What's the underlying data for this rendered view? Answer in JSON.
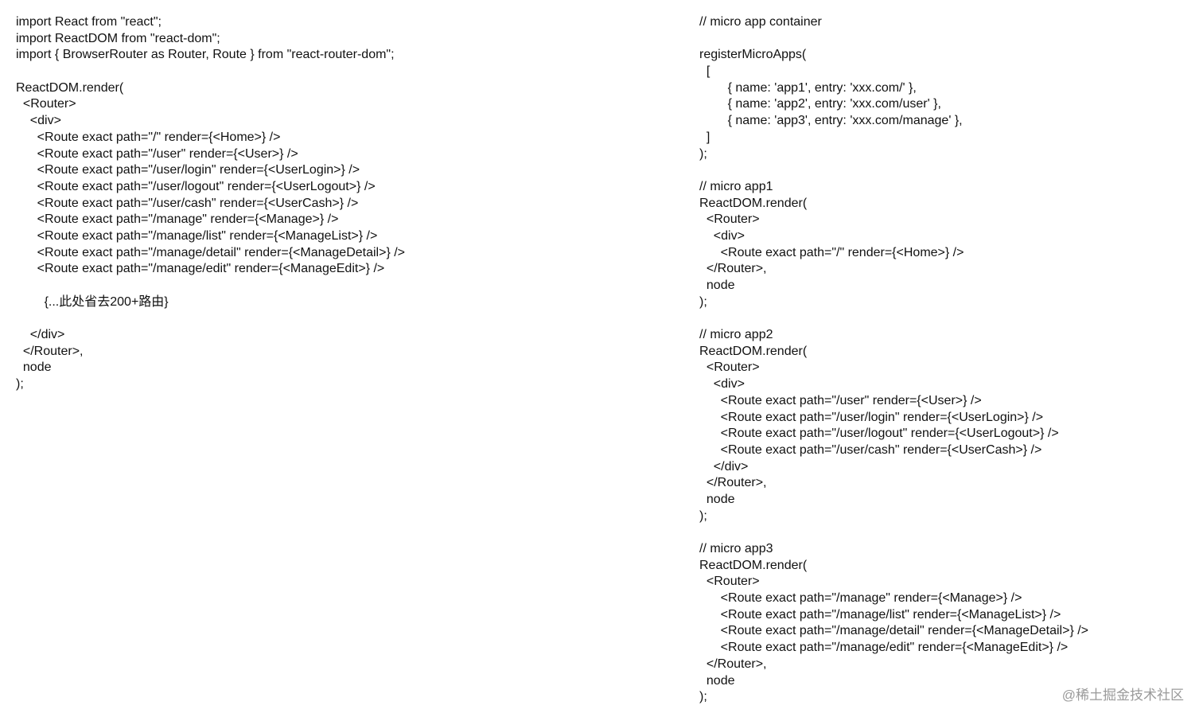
{
  "left_code": [
    "import React from \"react\";",
    "import ReactDOM from \"react-dom\";",
    "import { BrowserRouter as Router, Route } from \"react-router-dom\";",
    "",
    "ReactDOM.render(",
    "  <Router>",
    "    <div>",
    "      <Route exact path=\"/\" render={<Home>} />",
    "      <Route exact path=\"/user\" render={<User>} />",
    "      <Route exact path=\"/user/login\" render={<UserLogin>} />",
    "      <Route exact path=\"/user/logout\" render={<UserLogout>} />",
    "      <Route exact path=\"/user/cash\" render={<UserCash>} />",
    "      <Route exact path=\"/manage\" render={<Manage>} />",
    "      <Route exact path=\"/manage/list\" render={<ManageList>} />",
    "      <Route exact path=\"/manage/detail\" render={<ManageDetail>} />",
    "      <Route exact path=\"/manage/edit\" render={<ManageEdit>} />",
    "",
    "        {...此处省去200+路由}",
    "",
    "    </div>",
    "  </Router>,",
    "  node",
    ");"
  ],
  "right_code": [
    "// micro app container",
    "",
    "registerMicroApps(",
    "  [",
    "        { name: 'app1', entry: 'xxx.com/' },",
    "        { name: 'app2', entry: 'xxx.com/user' },",
    "        { name: 'app3', entry: 'xxx.com/manage' },",
    "  ]",
    ");",
    "",
    "// micro app1",
    "ReactDOM.render(",
    "  <Router>",
    "    <div>",
    "      <Route exact path=\"/\" render={<Home>} />",
    "  </Router>,",
    "  node",
    ");",
    "",
    "// micro app2",
    "ReactDOM.render(",
    "  <Router>",
    "    <div>",
    "      <Route exact path=\"/user\" render={<User>} />",
    "      <Route exact path=\"/user/login\" render={<UserLogin>} />",
    "      <Route exact path=\"/user/logout\" render={<UserLogout>} />",
    "      <Route exact path=\"/user/cash\" render={<UserCash>} />",
    "    </div>",
    "  </Router>,",
    "  node",
    ");",
    "",
    "// micro app3",
    "ReactDOM.render(",
    "  <Router>",
    "      <Route exact path=\"/manage\" render={<Manage>} />",
    "      <Route exact path=\"/manage/list\" render={<ManageList>} />",
    "      <Route exact path=\"/manage/detail\" render={<ManageDetail>} />",
    "      <Route exact path=\"/manage/edit\" render={<ManageEdit>} />",
    "  </Router>,",
    "  node",
    ");"
  ],
  "watermark": "@稀土掘金技术社区"
}
